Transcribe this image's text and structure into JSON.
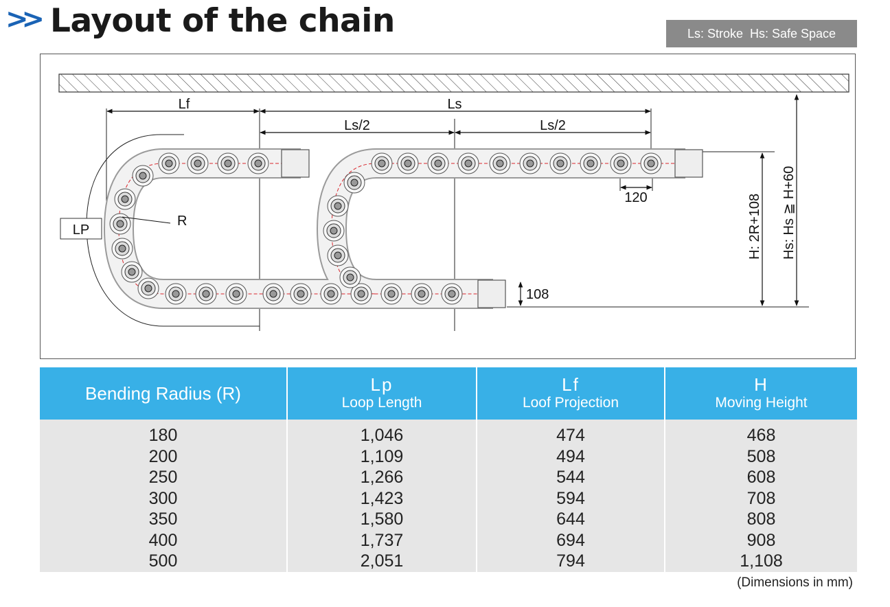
{
  "heading": {
    "chevron": ">>",
    "title": "Layout of the chain"
  },
  "legend": {
    "text": "Ls: Stroke  Hs: Safe Space"
  },
  "diagram": {
    "labels": {
      "lf": "Lf",
      "ls": "Ls",
      "ls_half_left": "Ls/2",
      "ls_half_right": "Ls/2",
      "pitch": "120",
      "lp": "LP",
      "r": "R",
      "link_height": "108",
      "h": "H: 2R+108",
      "hs": "Hs: Hs ≧ H+60"
    }
  },
  "table": {
    "headers": [
      {
        "main": "Bending Radius (R)",
        "sub": ""
      },
      {
        "main": "Lp",
        "sub": "Loop Length"
      },
      {
        "main": "Lf",
        "sub": "Loof Projection"
      },
      {
        "main": "H",
        "sub": "Moving Height"
      }
    ],
    "rows": [
      [
        "180",
        "1,046",
        "474",
        "468"
      ],
      [
        "200",
        "1,109",
        "494",
        "508"
      ],
      [
        "250",
        "1,266",
        "544",
        "608"
      ],
      [
        "300",
        "1,423",
        "594",
        "708"
      ],
      [
        "350",
        "1,580",
        "644",
        "808"
      ],
      [
        "400",
        "1,737",
        "694",
        "908"
      ],
      [
        "500",
        "2,051",
        "794",
        "1,108"
      ]
    ]
  },
  "footnote": "(Dimensions in mm)",
  "colors": {
    "accent": "#1a63b5",
    "table_header": "#38b0e7",
    "table_body": "#e6e6e6",
    "legend_bg": "#8a8a8a",
    "chain_line": "#d9262c"
  }
}
